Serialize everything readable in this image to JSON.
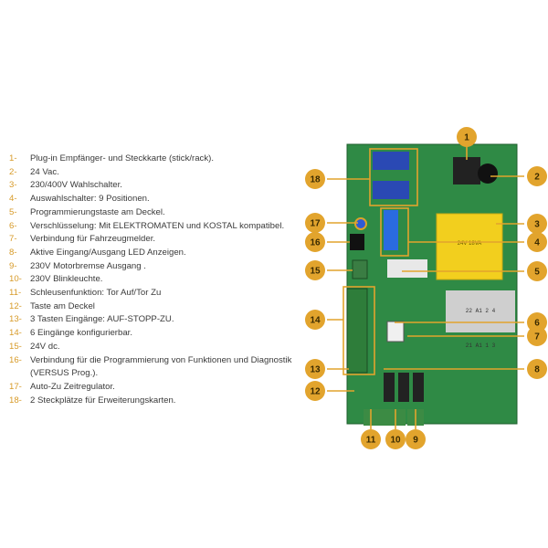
{
  "legend": [
    {
      "num": "1-",
      "text": "Plug-in Empfänger- und Steckkarte (stick/rack)."
    },
    {
      "num": "2-",
      "text": "24 Vac."
    },
    {
      "num": "3-",
      "text": "230/400V Wahlschalter."
    },
    {
      "num": "4-",
      "text": "Auswahlschalter: 9 Positionen."
    },
    {
      "num": "5-",
      "text": "Programmierungstaste am Deckel."
    },
    {
      "num": "6-",
      "text": "Verschlüsselung: Mit ELEKTROMATEN und KOSTAL kompatibel."
    },
    {
      "num": "7-",
      "text": "Verbindung für Fahrzeugmelder."
    },
    {
      "num": "8-",
      "text": "Aktive Eingang/Ausgang LED Anzeigen."
    },
    {
      "num": "9-",
      "text": "230V Motorbremse Ausgang ."
    },
    {
      "num": "10-",
      "text": "230V Blinkleuchte."
    },
    {
      "num": "11-",
      "text": "Schleusenfunktion: Tor Auf/Tor Zu"
    },
    {
      "num": "12-",
      "text": "Taste am Deckel"
    },
    {
      "num": "13-",
      "text": "3 Tasten Eingänge: AUF-STOPP-ZU."
    },
    {
      "num": "14-",
      "text": "6 Eingänge konfigurierbar."
    },
    {
      "num": "15-",
      "text": "24V dc."
    },
    {
      "num": "16-",
      "text": "Verbindung für die Programmierung von Funktionen und Diagnostik"
    },
    {
      "num": "",
      "text": "(VERSUS Prog.)."
    },
    {
      "num": "17-",
      "text": "Auto-Zu Zeitregulator."
    },
    {
      "num": "18-",
      "text": "2 Steckplätze für Erweiterungskarten."
    }
  ],
  "callouts": [
    "1",
    "2",
    "3",
    "4",
    "5",
    "6",
    "7",
    "8",
    "9",
    "10",
    "11",
    "12",
    "13",
    "14",
    "15",
    "16",
    "17",
    "18"
  ],
  "board_labels": {
    "transformer": "24V 18VA",
    "terminal_row_a": "22 A1   2  4",
    "terminal_row_b": "21 A1   1  3"
  },
  "colors": {
    "accent": "#e2a42d",
    "board": "#2f8a45",
    "board_dark": "#1f6b33",
    "transformer": "#f2cf1e",
    "legend_number": "#d79a28",
    "legend_text": "#3a3a3a"
  }
}
